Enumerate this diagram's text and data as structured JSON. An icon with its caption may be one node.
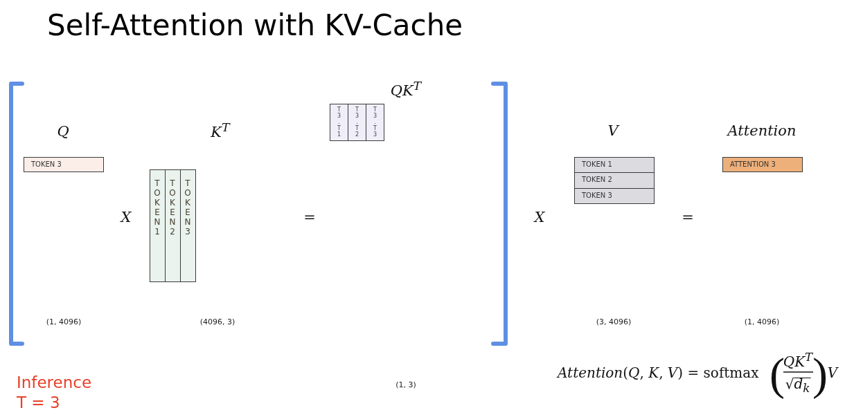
{
  "diagram": {
    "title": "Self-Attention with KV-Cache",
    "nodes": [
      {
        "text": [
          "TOKEN 3"
        ]
      },
      {
        "text": [
          "TOKEN1"
        ]
      },
      {
        "text": [
          "TOKEN2"
        ]
      },
      {
        "text": [
          "TOKEN3"
        ]
      },
      {
        "text": [
          "T3.T1"
        ]
      },
      {
        "text": [
          "T3.T2"
        ]
      },
      {
        "text": [
          "T3.T3"
        ]
      },
      {
        "text": [
          "TOKEN 1"
        ]
      },
      {
        "text": [
          "TOKEN 2"
        ]
      },
      {
        "text": [
          "TOKEN 3"
        ]
      },
      {
        "text": [
          "ATTENTION 3"
        ]
      }
    ],
    "labels": [
      "QK$^{T}$",
      "Q",
      "K$^{T}$",
      "V",
      "Attention",
      "X",
      "=",
      "X",
      "=",
      "(1, 4096)",
      "(4096, 3)",
      "(3, 4096)",
      "(1, 4096)",
      "Inference T = 3",
      "(1, 3)",
      "*Attention*(*Q*, *K*, *V*) = softmax",
      "(",
      "QK$^{T}$",
      "√d$_{k}$",
      ")",
      "V"
    ]
  }
}
